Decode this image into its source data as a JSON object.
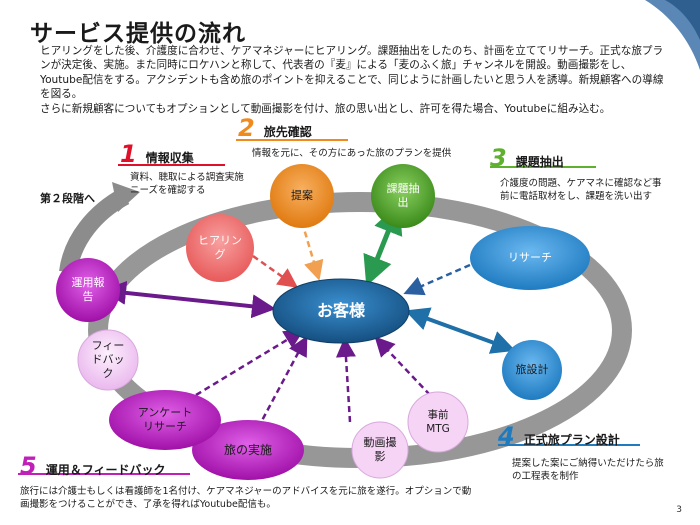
{
  "title": "サービス提供の流れ",
  "intro": "ヒアリングをした後、介護度に合わせ、ケアマネジャーにヒアリング。課題抽出をしたのち、計画を立ててリサーチ。正式な旅プランが決定後、実施。また同時にロケハンと称して、代表者の『麦』による「麦のふく旅」チャンネルを開設。動画撮影をし、Youtube配信をする。アクシデントも含め旅のポイントを抑えることで、同じように計画したいと思う人を誘導。新規顧客への導線を図る。",
  "intro2": "さらに新規顧客についてもオプションとして動画撮影を付け、旅の思い出とし、許可を得た場合、Youtubeに組み込む。",
  "next_stage": "第２段階へ",
  "page_number": "3",
  "steps": [
    {
      "number": "1",
      "title": "情報収集",
      "desc": "資料、聴取による調査実施ニーズを確認する",
      "color": "#e0102a"
    },
    {
      "number": "2",
      "title": "旅先確認",
      "desc": "情報を元に、その方にあった旅のプランを提供",
      "color": "#f08a1c"
    },
    {
      "number": "3",
      "title": "課題抽出",
      "desc": "介護度の問題、ケアマネに確認など事前に電話取材をし、課題を洗い出す",
      "color": "#5fb02e"
    },
    {
      "number": "4",
      "title": "正式旅プラン設計",
      "desc": "提案した案にご納得いただけたら旅の工程表を制作",
      "color": "#1f7bbd"
    },
    {
      "number": "5",
      "title": "運用＆フィードバック",
      "desc": "旅行には介護士もしくは看護師を1名付け、ケアマネジャーのアドバイスを元に旅を遂行。オプションで動画撮影をつけることができ、了承を得ればYoutube配信も。",
      "color": "#c020b8"
    }
  ],
  "center": {
    "label": "お客様",
    "color": "#1e6fa8"
  },
  "nodes": {
    "hearing": "ヒアリング",
    "proposal": "提案",
    "issue": "課題抽出",
    "research": "リサーチ",
    "tabi_sekkei": "旅設計",
    "mtg": "事前MTG",
    "video": "動画撮影",
    "trip": "旅の実施",
    "survey": "アンケートリサーチ",
    "feedback": "フィードバック",
    "report": "運用報告"
  },
  "colors": {
    "orange": "#f08a1c",
    "red_light": "#f26b6b",
    "green": "#4fa32a",
    "blue": "#2a8fd0",
    "magenta": "#c020c8",
    "pink_light": "#f4d0f4",
    "cycle_gray": "#8c8c8c"
  }
}
